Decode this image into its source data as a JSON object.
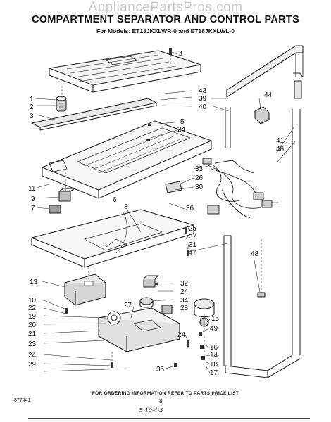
{
  "watermark": "AppliancePartsPros.com",
  "title": "COMPARTMENT SEPARATOR AND CONTROL PARTS",
  "models_line": "For Models: ET18JKXLWR-0 and ET18JKXLWL-0",
  "footer_note": "FOR ORDERING INFORMATION REFER TO PARTS PRICE LIST",
  "doc_number": "877441",
  "page_number": "8",
  "handwritten_note": "5-10-4-3",
  "callouts": {
    "c1": "1",
    "c2": "2",
    "c3": "3",
    "c4": "4",
    "c5": "5",
    "c6": "6",
    "c7": "7",
    "c8": "8",
    "c9": "9",
    "c10": "10",
    "c11": "11",
    "c13": "13",
    "c14": "14",
    "c15": "15",
    "c16": "16",
    "c17": "17",
    "c18": "18",
    "c19": "19",
    "c20": "20",
    "c21": "21",
    "c22": "22",
    "c23": "23",
    "c24a": "24",
    "c24b": "24",
    "c24c": "24",
    "c24d": "24",
    "c25": "25",
    "c26": "26",
    "c27": "27",
    "c28": "28",
    "c29": "29",
    "c30": "30",
    "c31": "31",
    "c32": "32",
    "c33": "33",
    "c34": "34",
    "c35": "35",
    "c36": "36",
    "c37": "37",
    "c39": "39",
    "c40": "40",
    "c41": "41",
    "c43": "43",
    "c44": "44",
    "c46": "46",
    "c47": "47",
    "c48": "48",
    "c49": "49"
  }
}
